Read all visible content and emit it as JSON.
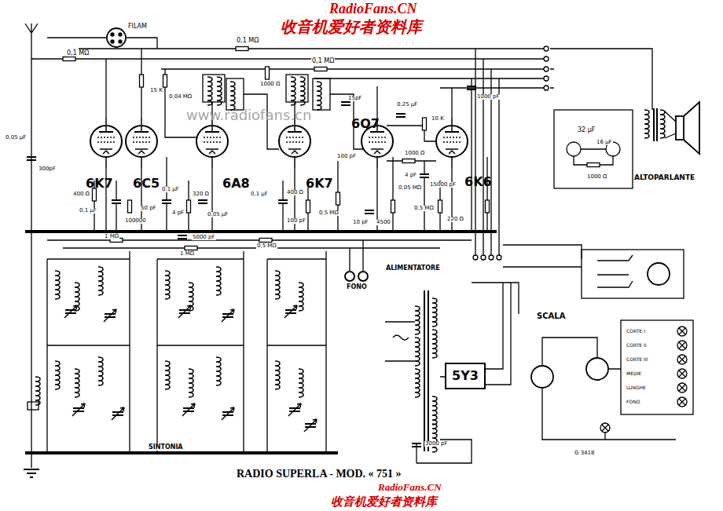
{
  "diagram": {
    "title": "RADIO SUPERLA - MOD. « 751 »",
    "nodes": [
      {
        "text": [
          "5Y3"
        ]
      }
    ],
    "labels": [
      "RadioFans.CN",
      "收音机爱好者资料库",
      "FILAM",
      "0,1 MΩ",
      "300pF",
      "0,05 μF",
      "15 K",
      "0,04 MΩ",
      "0,1 MΩ",
      "1000 Ω",
      "0,1 MΩ",
      "15pF",
      "0,25 μF",
      "10 K",
      "1000 pF",
      "6K7",
      "6C5",
      "6A8",
      "6K7",
      "6Q7",
      "6K6",
      "400 Ω",
      "0,1 μF",
      "100000",
      "50 pF",
      "0,1 μF",
      "4 pF",
      "320 Ω",
      "0,05 μF",
      "0,1 μF",
      "400 Ω",
      "100 pF",
      "100 pF",
      "0,5 MΩ",
      "10 pF",
      "4500",
      "0,05 MΩ",
      "1000 Ω",
      "4 pF",
      "15000 pF",
      "0,5 MΩ",
      "220 Ω",
      "1 MΩ",
      "5000 pF",
      "1 MΩ",
      "0,5 MΩ",
      "FONO",
      "ALIMENTATORE",
      "3000 pF",
      "SINTONIA",
      "32 μF",
      "16 μF",
      "1000 Ω",
      "ALTOPARLANTE",
      "SCALA",
      "G 3418",
      "CORTE I",
      "CORTE II",
      "CORTE III",
      "MEDIE",
      "LUNGHE",
      "FONO",
      "www.radiofans.cn",
      "RadioFans.CN",
      "收音机爱好者资料库"
    ]
  }
}
